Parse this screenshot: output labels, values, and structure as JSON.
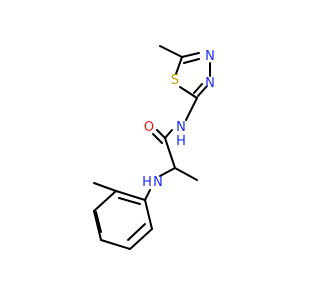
{
  "molecule": {
    "atoms": {
      "S1": {
        "symbol": "S",
        "color": "#c8a000"
      },
      "N_ring_top": {
        "symbol": "N",
        "color": "#1a2bf0"
      },
      "N_ring_bottom": {
        "symbol": "N",
        "color": "#1a2bf0"
      },
      "NH_amide": {
        "symbol": "N",
        "h": "H",
        "color": "#1a2bf0"
      },
      "O_carbonyl": {
        "symbol": "O",
        "color": "#e81a10"
      },
      "NH_amine": {
        "symbol": "N",
        "h": "H",
        "color": "#1a2bf0"
      }
    },
    "bond_color": "#000000"
  }
}
